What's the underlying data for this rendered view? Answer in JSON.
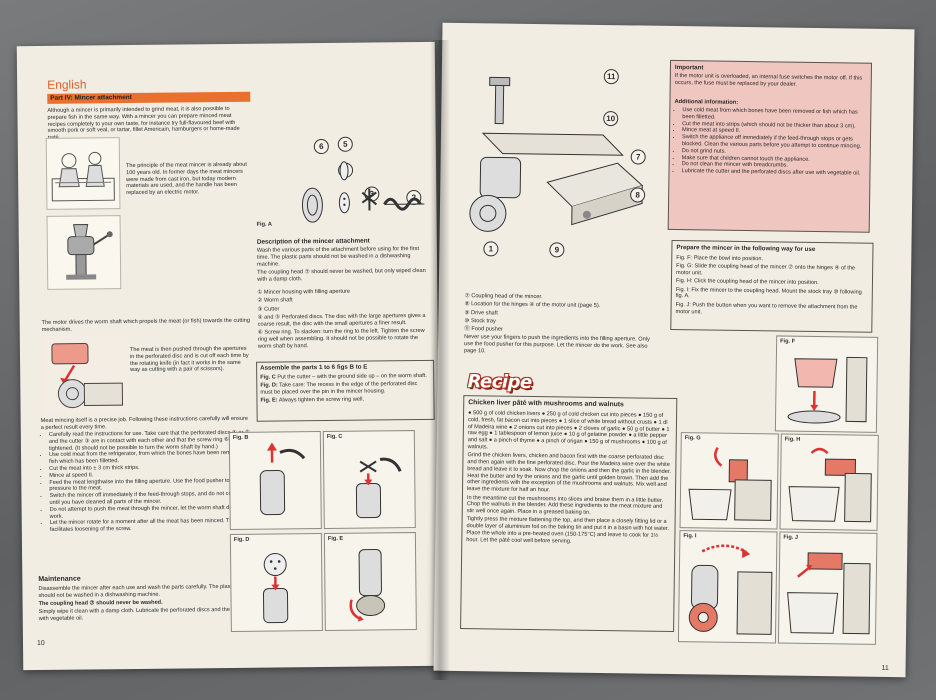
{
  "colors": {
    "accent": "#e9702f",
    "important_bg": "#efc6c0"
  },
  "left": {
    "language": "English",
    "part_heading": "Part IV: Mincer attachment",
    "intro": "Although a mincer is primarily intended to grind meat, it is also possible to prepare fish in the same way. With a mincer you can prepare minced meat recipes completely to your own taste, for instance try full-flavoured beef with smooth pork or soft veal, or tartar, fillet Americain, hamburgers or home-made paté.",
    "history": "The principle of the meat mincer is already about 100 years old. In former days the meat mincers were made from cast iron, but today modern materials are used, and the handle has been replaced by an electric motor.",
    "motor_text": "The motor drives the worm shaft which propels the meat (or fish) towards the cutting mechanism.",
    "pushed_text": "The meat is then pushed through the apertures in the perforated disc and is cut off each time by the rotating knife (in fact it works in the same way as cutting with a pair of scissors).",
    "precise_text": "Meat mincing itself is a precise job. Following these instructions carefully will ensure a perfect result every time.",
    "bullets": [
      "Carefully read the instructions for use. Take care that the perforated discs ④ or ⑤ and the cutter ③ are in contact with each other and that the screw ring ⑥ is well-tightened. (It should not be possible to turn the worm shaft by hand.)",
      "Use cold meat from the refrigerator, from which the bones have been removed or fish which has been filletted.",
      "Cut the meat into ± 3 cm thick strips.",
      "Mince at speed II.",
      "Feed the meat lengthwise into the filling aperture. Use the food pusher to apply pressure to the meat.",
      "Switch the mincer off immediately if the feed-through stops, and do not continue until you have cleaned all parts of the mincer.",
      "Do not attempt to push the meat through the mincer, let the worm shaft do the work.",
      "Let the mincer rotate for a moment after all the meat has been minced. This facilitates loosening of the screw."
    ],
    "maintenance_title": "Maintenance",
    "maintenance_text": "Disassemble the mincer after each use and wash the parts carefully. The plastic parts should not be washed in a dishwashing machine.",
    "coupling_warning": "The coupling head ⑦ should never be washed.",
    "wipe_text": "Simply wipe it clean with a damp cloth. Lubricate the perforated discs and the cutter with vegetable oil.",
    "fig_a": "Fig. A",
    "desc_title": "Description of the mincer attachment",
    "desc_text": "Wash the various parts of the attachment before using for the first time. The plastic parts should not be washed in a dishwashing machine.",
    "desc_text2": "The coupling head ⑦ should never be washed, but only wiped clean with a damp cloth.",
    "parts": [
      "① Mincer housing with filling aperture",
      "② Worm shaft",
      "③ Cutter",
      "④ and ⑤ Perforated discs. The disc with the large apertures gives a coarse result, the disc with the small apertures a finer result.",
      "⑥ Screw ring. To slacken: turn the ring to the left. Tighten the screw ring well when assembling. It should not be possible to rotate the worm shaft by hand."
    ],
    "assemble_title": "Assemble the parts 1 to 6 figs B to E",
    "assemble_steps": [
      {
        "fig": "Fig. C",
        "text": "Put the cutter – with the ground side up – on the worm shaft."
      },
      {
        "fig": "Fig. D:",
        "text": "Take care: The recess in the edge of the perforated disc must be placed over the pin in the mincer housing."
      },
      {
        "fig": "Fig. E:",
        "text": "Always tighten the screw ring well."
      }
    ],
    "fig_b": "Fig. B",
    "fig_c": "Fig. C",
    "fig_d": "Fig. D",
    "fig_e": "Fig. E",
    "part_numbers": [
      "6",
      "5",
      "4",
      "3",
      "2"
    ],
    "page_number": "10"
  },
  "right": {
    "numbers": [
      "11",
      "10",
      "7",
      "8",
      "1",
      "9"
    ],
    "parts": [
      "⑦ Coupling head of the mincer.",
      "⑧ Location for the hinges ④ of the motor unit (page 5).",
      "⑨ Drive shaft",
      "⑩ Stock tray",
      "⑪ Food pusher"
    ],
    "pusher_note": "Never use your fingers to push the ingredients into the filling aperture. Only use the food pusher for this purpose. Let the mincer do the work. See also page 10.",
    "important_title": "Important",
    "important_text": "If the motor unit is overloaded, an internal fuse switches the motor off. If this occurs, the fuse must be replaced by your dealer.",
    "additional_title": "Additional information:",
    "additional": [
      "Use cold meat from which bones have been removed or fish which has been filletted.",
      "Cut the meat into strips (which should not be thicker than about 3 cm).",
      "Mince meat at speed II.",
      "Switch the appliance off immediately if the feed-through stops or gets blocked. Clean the various parts before you attempt to continue mincing.",
      "Do not grind nuts.",
      "Make sure that children cannot touch the appliance.",
      "Do not clean the mincer with breadcrumbs.",
      "Lubricate the cutter and the perforated discs after use with vegetable oil."
    ],
    "prepare_title": "Prepare the mincer in the following way for use",
    "prepare_steps": [
      {
        "fig": "Fig. F:",
        "text": "Place the bowl into position."
      },
      {
        "fig": "Fig. G:",
        "text": "Slide the coupling head of the mincer ⑦ onto the hinges ④ of the motor unit."
      },
      {
        "fig": "Fig. H:",
        "text": "Click the coupling head of the mincer into position."
      },
      {
        "fig": "Fig. I:",
        "text": "Fix the mincer to the coupling head. Mount the stock tray ⑩ following fig. A."
      },
      {
        "fig": "Fig. J:",
        "text": "Push the button when you want to remove the attachment from the motor unit."
      }
    ],
    "recipe_label": "Recipe",
    "recipe_title": "Chicken liver pâté with mushrooms and walnuts",
    "ingredients": "● 500 g of cold chicken livers ● 250 g of cold chicken cut into pieces ● 150 g of cold, fresh, fat bacon cut into pieces ● 1 slice of white bread without crusts ● 1 dl of Madeira wine ● 2 onions cut into pieces ● 2 cloves of garlic ● 50 g of butter ● 1 raw egg ● 1 tablespoon of lemon juice ● 10 g of gelatine powder ● a little pepper and salt ● a pinch of thyme ● a pinch of origan ● 150 g of mushrooms ● 100 g of walnuts.",
    "method": "Grind the chicken livers, chicken and bacon first with the coarse perforated disc and then again with the fine perforated disc. Pour the Madeira wine over the white bread and leave it to soak. Now chop the onions and then the garlic in the blender. Heat the butter and fry the onions and the garlic until golden brown. Then add the other ingredients with the exception of the mushrooms and walnuts. Mix well and leave the mixture for half an hour.",
    "method2": "In the meantime cut the mushrooms into slices and braise them in a little butter. Chop the walnuts in the blender. Add these ingredients to the meat mixture and stir well once again. Place in a greased baking tin.",
    "method3": "Tightly press the mixture flattening the top, and then place a closely fitting lid or a double layer of aluminium foil on the baking tin and put it in a basin with hot water. Place the whole into a pre-heated oven (150-175°C) and leave to cook for 1½ hour. Let the pâté cool well before serving.",
    "fig_f": "Fig. F",
    "fig_g": "Fig. G",
    "fig_h": "Fig. H",
    "fig_i": "Fig. I",
    "fig_j": "Fig. J",
    "page_number": "11"
  }
}
